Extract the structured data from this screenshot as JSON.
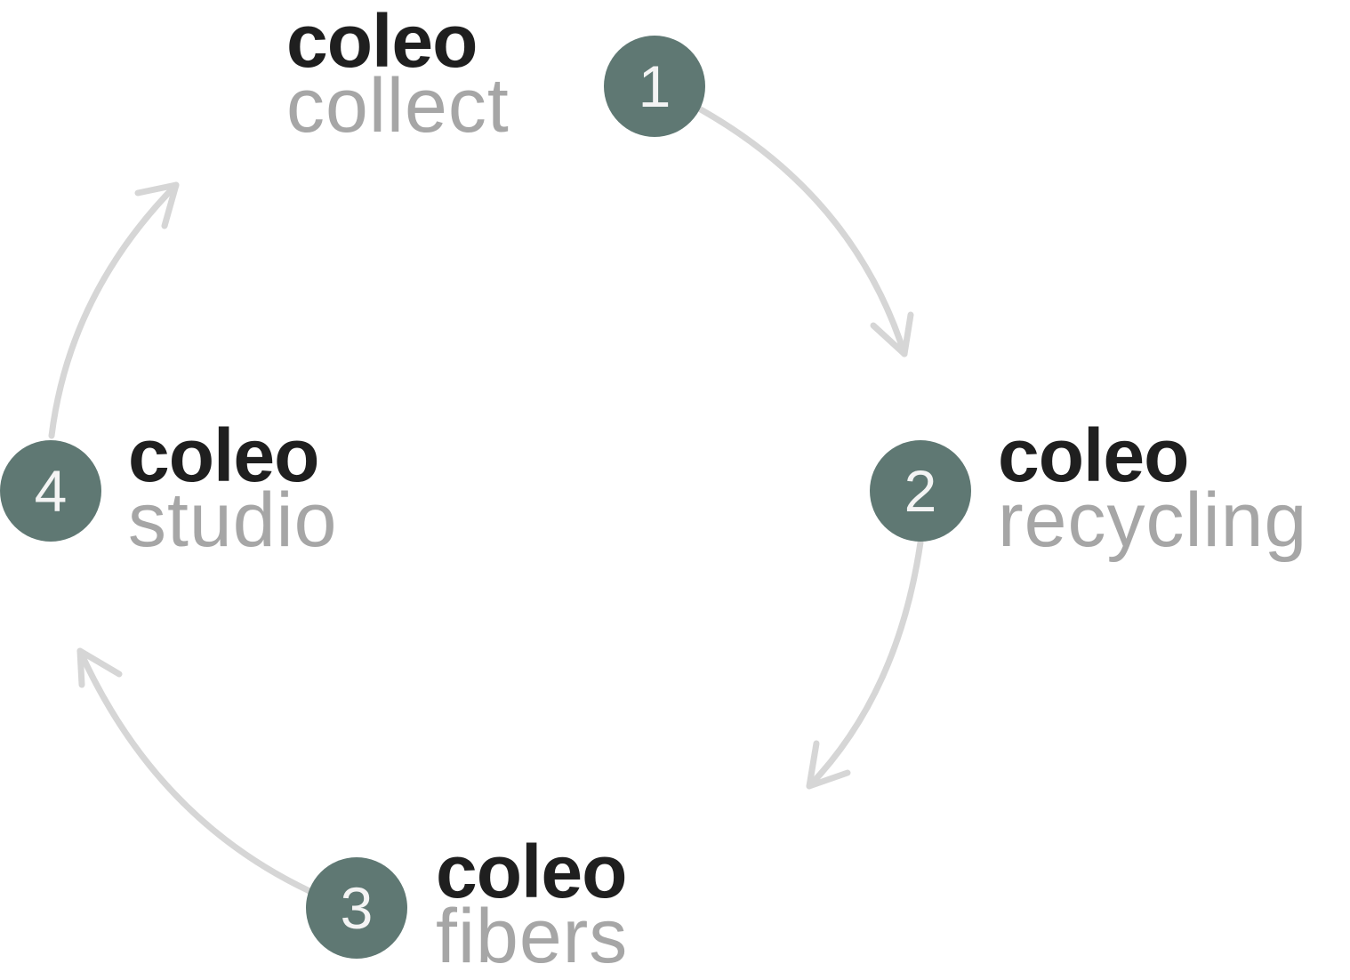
{
  "colors": {
    "circle": "#5f7873",
    "number": "#f4f4f4",
    "brand": "#1f1f1f",
    "step_word": "#a6a6a6",
    "arrow": "#d6d6d6"
  },
  "steps": [
    {
      "number": "1",
      "brand": "coleo",
      "word": "collect"
    },
    {
      "number": "2",
      "brand": "coleo",
      "word": "recycling"
    },
    {
      "number": "3",
      "brand": "coleo",
      "word": "fibers"
    },
    {
      "number": "4",
      "brand": "coleo",
      "word": "studio"
    }
  ],
  "icons": {
    "arrows": [
      "arrow-1-to-2-icon",
      "arrow-2-to-3-icon",
      "arrow-3-to-4-icon",
      "arrow-4-to-1-icon"
    ]
  }
}
